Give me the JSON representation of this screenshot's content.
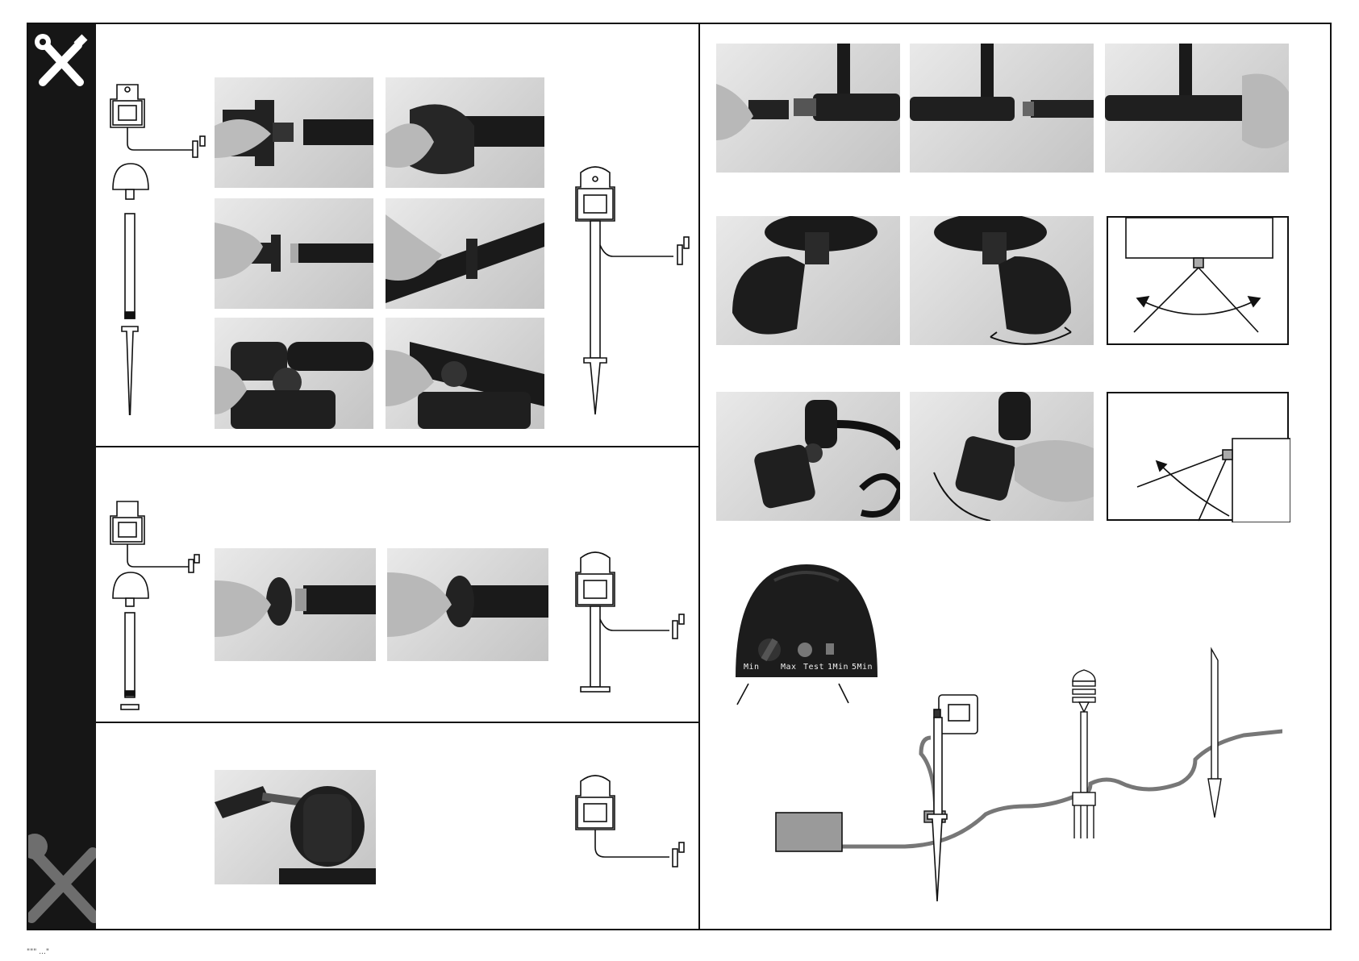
{
  "page": {
    "accent_color": "#161616",
    "photo_tone": "#d6d6d6",
    "icon_top": "wrench-screwdriver-icon",
    "icon_bottom": "wrench-screwdriver-icon"
  },
  "sensor_dial": {
    "labels": [
      "Min",
      "Max",
      "Test",
      "1Min",
      "5Min"
    ]
  },
  "footer": {
    "text": "\"\"\" ...\""
  }
}
